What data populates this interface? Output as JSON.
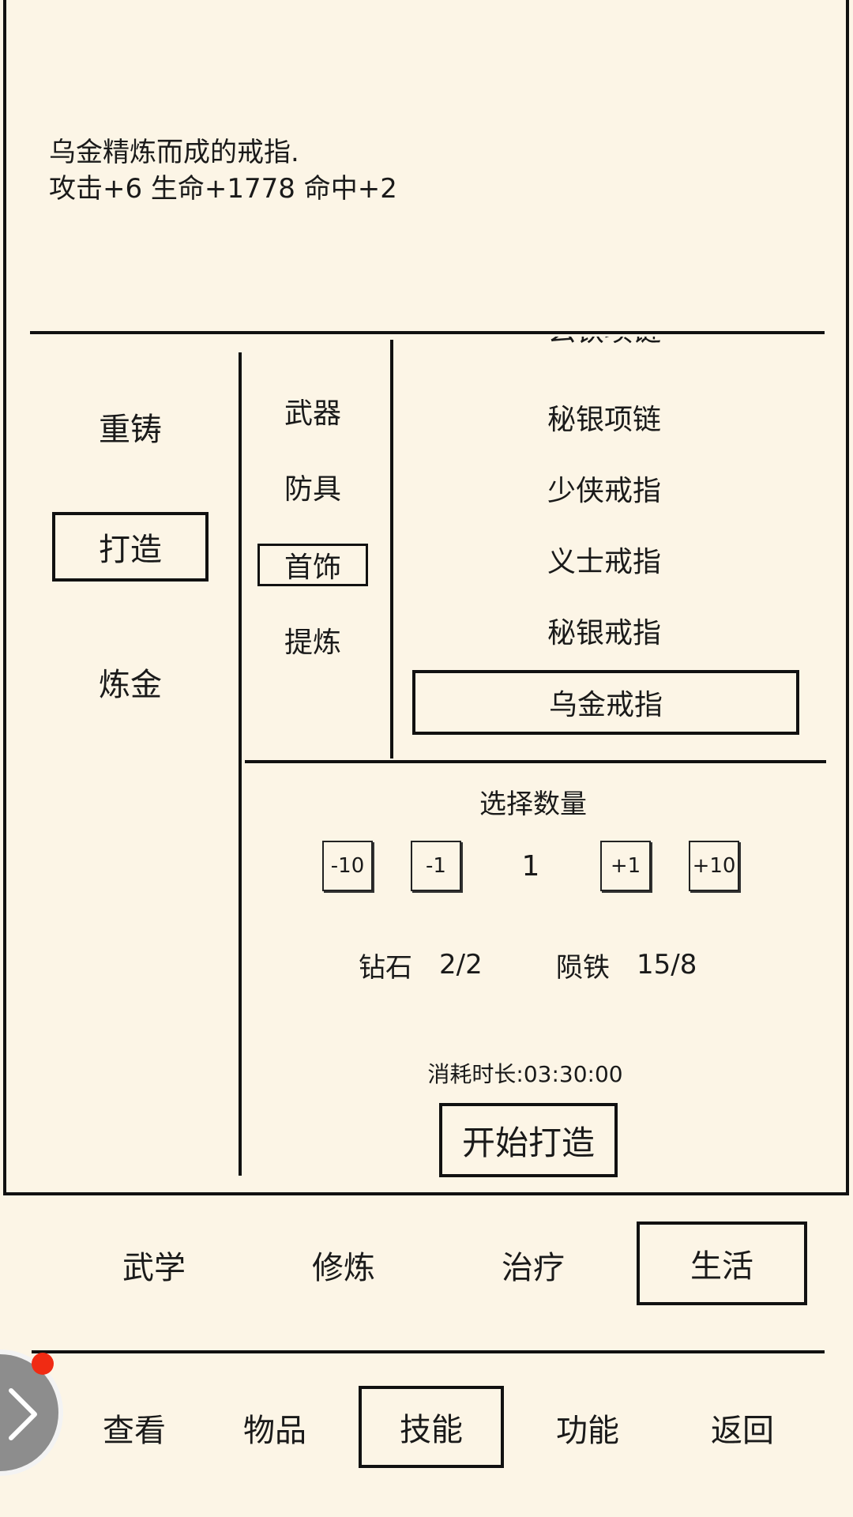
{
  "description": {
    "line1": "乌金精炼而成的戒指.",
    "line2": "攻击+6 生命+1778 命中+2"
  },
  "modes": [
    "重铸",
    "打造",
    "炼金"
  ],
  "categories": [
    "武器",
    "防具",
    "首饰",
    "提炼"
  ],
  "items": {
    "partial_top": "玄铁项链",
    "list": [
      "秘银项链",
      "少侠戒指",
      "义士戒指",
      "秘银戒指",
      "乌金戒指"
    ]
  },
  "quantity": {
    "title": "选择数量",
    "minus10": "-10",
    "minus1": "-1",
    "value": "1",
    "plus1": "+1",
    "plus10": "+10"
  },
  "materials": [
    {
      "name": "钻石",
      "amount": "2/2"
    },
    {
      "name": "陨铁",
      "amount": "15/8"
    }
  ],
  "duration": "消耗时长:03:30:00",
  "start_button": "开始打造",
  "skill_tabs": [
    "武学",
    "修炼",
    "治疗",
    "生活"
  ],
  "bottom_nav": [
    "查看",
    "物品",
    "技能",
    "功能",
    "返回"
  ],
  "colors": {
    "background": "#FCF5E6",
    "ink": "#111111",
    "badge": "#F02B13",
    "fab": "#8D8D8D"
  }
}
